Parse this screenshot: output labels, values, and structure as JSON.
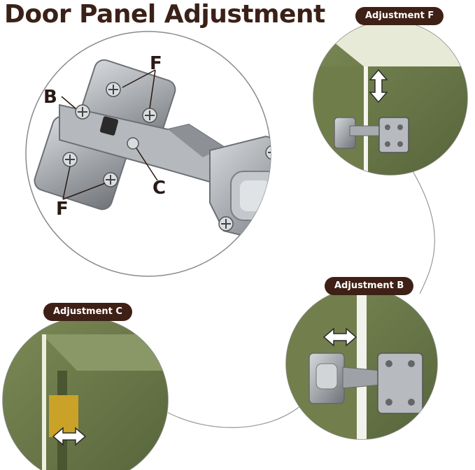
{
  "title": "Door Panel Adjustment",
  "labels": {
    "adj_f": "Adjustment F",
    "adj_b": "Adjustment B",
    "adj_c": "Adjustment C"
  },
  "hinge_letters": {
    "f_top": "F",
    "b": "B",
    "c": "C",
    "f_bottom": "F"
  },
  "colors": {
    "title": "#3a2118",
    "pill": "#3e2016",
    "panel_green": "#6b7a4a",
    "panel_green_dark": "#56643a",
    "steel": "#a8acb0",
    "steel_dark": "#7d8186",
    "circle_stroke": "#8a8a8a",
    "gold": "#c9a227"
  }
}
